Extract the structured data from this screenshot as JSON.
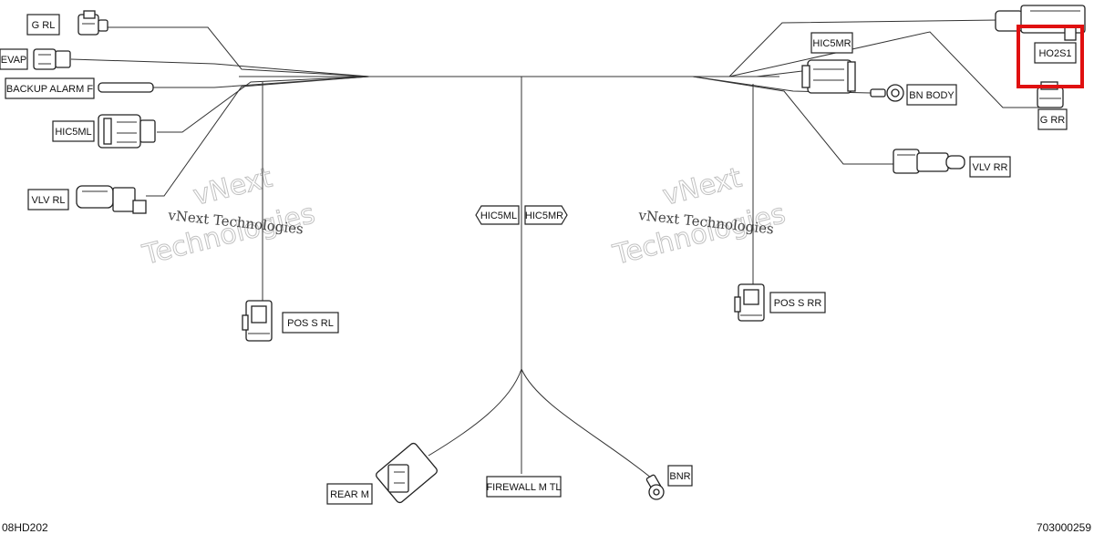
{
  "labels": {
    "g_rl": "G RL",
    "evap": "EVAP",
    "backup_alarm_f": "BACKUP ALARM F",
    "hic5ml_left": "HIC5ML",
    "vlv_rl": "VLV RL",
    "pos_s_rl": "POS S RL",
    "hic5ml_center": "HIC5ML",
    "hic5mr_center": "HIC5MR",
    "hic5mr_right": "HIC5MR",
    "bn_body": "BN BODY",
    "ho2s1": "HO2S1",
    "g_rr": "G RR",
    "vlv_rr": "VLV RR",
    "pos_s_rr": "POS S RR",
    "rear_m": "REAR M",
    "firewall_m_tl": "FIREWALL M TL",
    "bnr": "BNR"
  },
  "footer": {
    "left_code": "08HD202",
    "right_code": "703000259"
  },
  "watermark": {
    "line1": "vNext Technologies",
    "line2": "Technologies",
    "line3": "vNext"
  },
  "highlight": {
    "target": "HO2S1",
    "color": "#e01010"
  }
}
